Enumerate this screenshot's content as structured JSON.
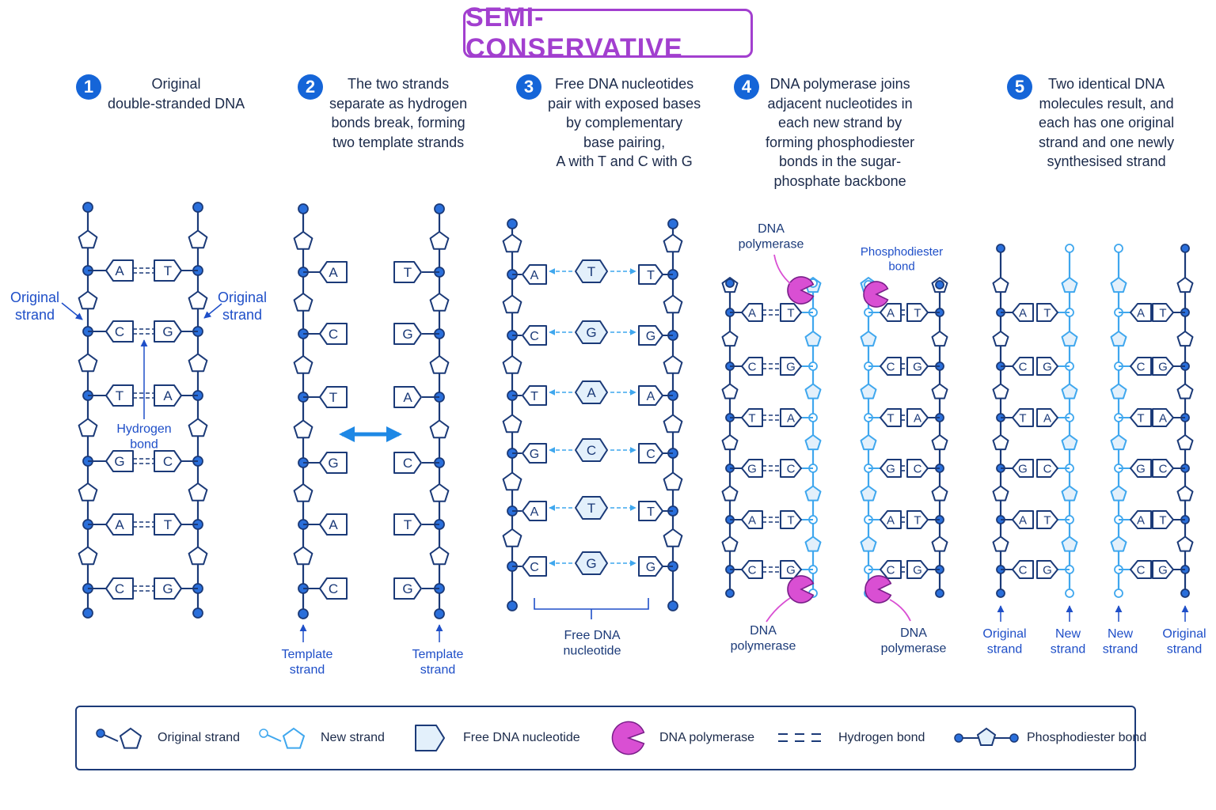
{
  "title": "SEMI-CONSERVATIVE",
  "colors": {
    "dark": "#1b3a78",
    "node": "#2a6fdb",
    "light": "#3fa7ee",
    "fill": "#e3f0fb",
    "magenta": "#d94fd3",
    "purple": "#a23fcf",
    "label": "#1f4fc8"
  },
  "steps": [
    {
      "num": "1",
      "text": "Original\ndouble-stranded DNA"
    },
    {
      "num": "2",
      "text": "The two strands\nseparate as hydrogen\nbonds break, forming\ntwo template strands"
    },
    {
      "num": "3",
      "text": "Free DNA nucleotides\npair with exposed bases\nby complementary\nbase pairing,\nA with T and C with G"
    },
    {
      "num": "4",
      "text": "DNA polymerase joins\nadjacent nucleotides in\neach new strand by\nforming phosphodiester\nbonds in the sugar-\nphosphate backbone"
    },
    {
      "num": "5",
      "text": "Two identical DNA\nmolecules result, and\neach has one original\nstrand and one newly\nsynthesised strand"
    }
  ],
  "panel1": {
    "pairs": [
      [
        "A",
        "T"
      ],
      [
        "C",
        "G"
      ],
      [
        "T",
        "A"
      ],
      [
        "G",
        "C"
      ],
      [
        "A",
        "T"
      ],
      [
        "C",
        "G"
      ]
    ],
    "labels": {
      "original_left": "Original\nstrand",
      "original_right": "Original\nstrand",
      "hydrogen_bond": "Hydrogen\nbond"
    }
  },
  "panel2": {
    "left": [
      "A",
      "C",
      "T",
      "G",
      "A",
      "C"
    ],
    "right": [
      "T",
      "G",
      "A",
      "C",
      "T",
      "G"
    ],
    "labels": {
      "template_left": "Template\nstrand",
      "template_right": "Template\nstrand"
    }
  },
  "panel3": {
    "left": [
      "A",
      "C",
      "T",
      "G",
      "A",
      "C"
    ],
    "free": [
      "T",
      "G",
      "A",
      "C",
      "T",
      "G"
    ],
    "right": [
      "T",
      "G",
      "A",
      "C",
      "T",
      "G"
    ],
    "labels": {
      "free_nucleotide": "Free DNA\nnucleotide"
    }
  },
  "panel4": {
    "molA": [
      [
        "A",
        "T"
      ],
      [
        "C",
        "G"
      ],
      [
        "T",
        "A"
      ],
      [
        "G",
        "C"
      ],
      [
        "A",
        "T"
      ],
      [
        "C",
        "G"
      ]
    ],
    "molB": [
      [
        "A",
        "T"
      ],
      [
        "C",
        "G"
      ],
      [
        "T",
        "A"
      ],
      [
        "G",
        "C"
      ],
      [
        "A",
        "T"
      ],
      [
        "C",
        "G"
      ]
    ],
    "labels": {
      "polymerase_top": "DNA\npolymerase",
      "polymerase_bottom_left": "DNA\npolymerase",
      "polymerase_bottom_right": "DNA\npolymerase",
      "phosphodiester": "Phosphodiester\nbond"
    }
  },
  "panel5": {
    "molA": [
      [
        "A",
        "T"
      ],
      [
        "C",
        "G"
      ],
      [
        "T",
        "A"
      ],
      [
        "G",
        "C"
      ],
      [
        "A",
        "T"
      ],
      [
        "C",
        "G"
      ]
    ],
    "molB": [
      [
        "A",
        "T"
      ],
      [
        "C",
        "G"
      ],
      [
        "T",
        "A"
      ],
      [
        "G",
        "C"
      ],
      [
        "A",
        "T"
      ],
      [
        "C",
        "G"
      ]
    ],
    "labels": {
      "s1": "Original\nstrand",
      "s2": "New\nstrand",
      "s3": "New\nstrand",
      "s4": "Original\nstrand"
    }
  },
  "legend": [
    {
      "icon": "original-strand-icon",
      "label": "Original strand"
    },
    {
      "icon": "new-strand-icon",
      "label": "New strand"
    },
    {
      "icon": "free-nucleotide-icon",
      "label": "Free DNA nucleotide"
    },
    {
      "icon": "dna-polymerase-icon",
      "label": "DNA polymerase"
    },
    {
      "icon": "hydrogen-bond-icon",
      "label": "Hydrogen bond"
    },
    {
      "icon": "phosphodiester-bond-icon",
      "label": "Phosphodiester bond"
    }
  ]
}
